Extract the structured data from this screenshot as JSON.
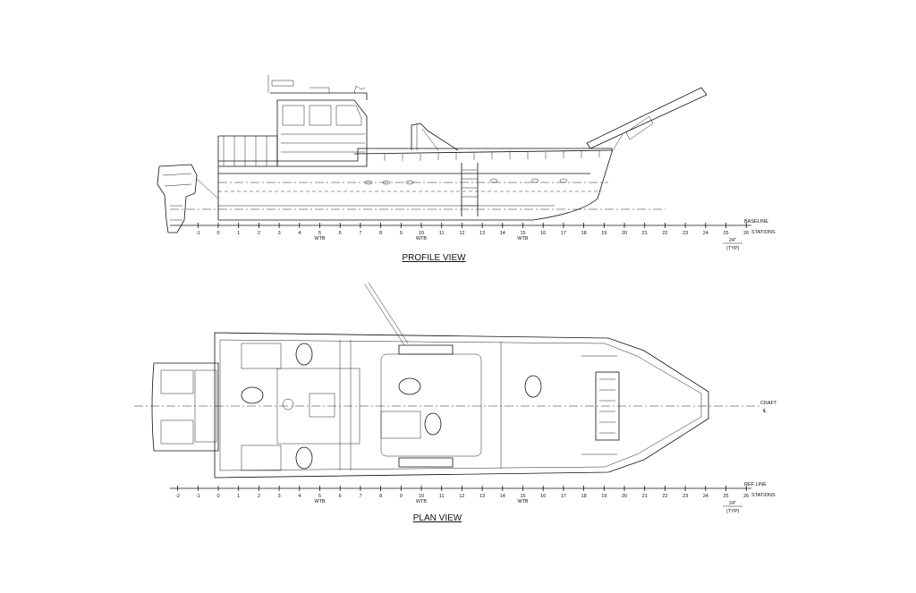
{
  "profile": {
    "title": "PROFILE VIEW",
    "baseline_label": "BASELINE",
    "stations_label": "STATIONS",
    "typ_spacing": "24\"",
    "typ_note": "(TYP)"
  },
  "plan": {
    "title": "PLAN VIEW",
    "craft_label": "CRAFT",
    "centerline_symbol": "℄",
    "ref_line_label": "REF LINE",
    "stations_label": "STATIONS",
    "typ_spacing": "24\"",
    "typ_note": "(TYP)"
  },
  "stations": [
    "-2",
    "-1",
    "0",
    "1",
    "2",
    "3",
    "4",
    "5",
    "6",
    "7",
    "8",
    "9",
    "10",
    "11",
    "12",
    "13",
    "14",
    "15",
    "16",
    "17",
    "18",
    "19",
    "20",
    "21",
    "22",
    "23",
    "24",
    "25",
    "26"
  ],
  "wtb_stations": [
    "5",
    "10",
    "15"
  ],
  "wtb_label": "WTB"
}
